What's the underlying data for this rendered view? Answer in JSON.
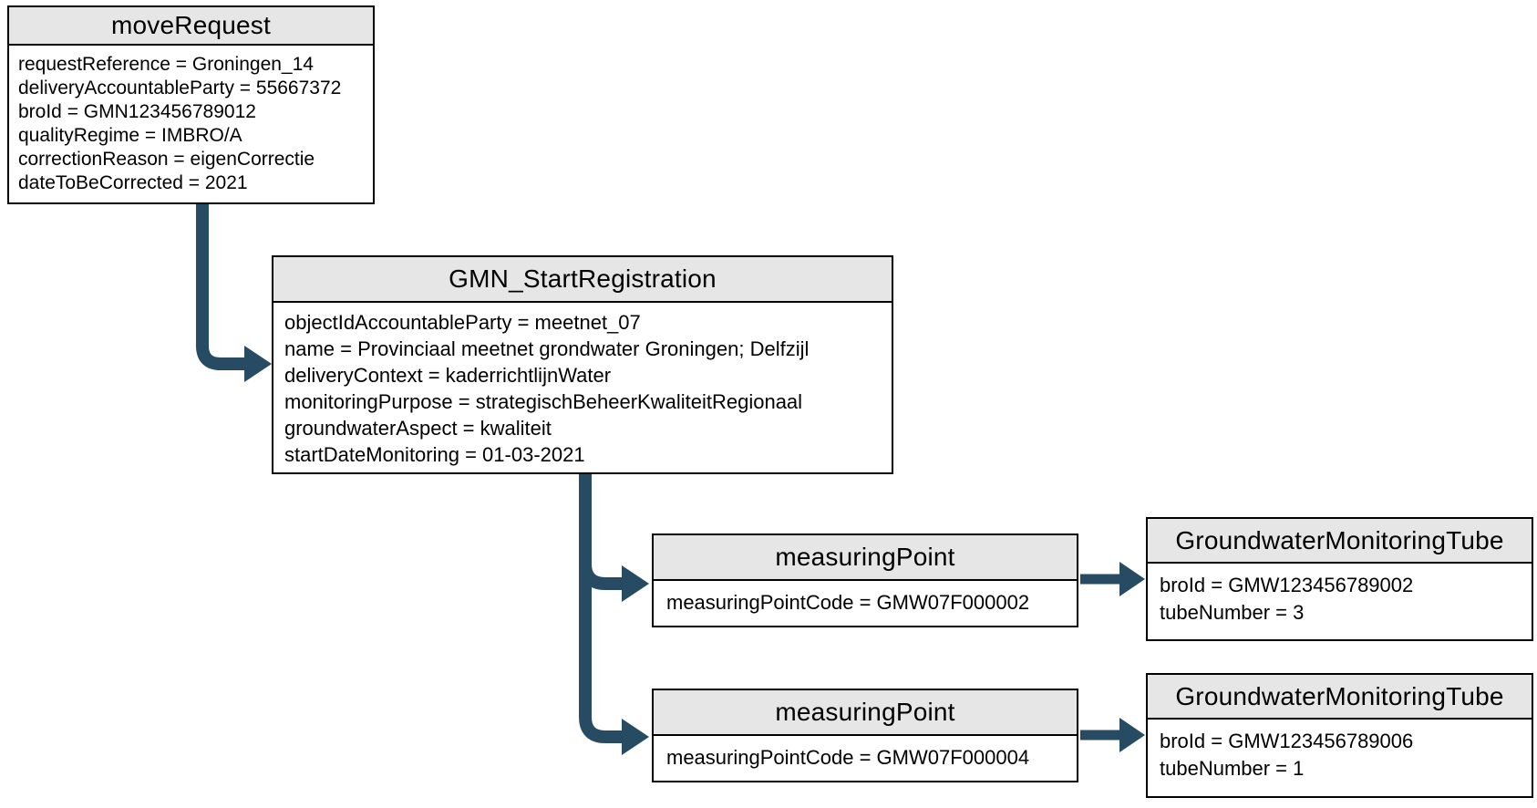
{
  "diagram": {
    "type": "uml-object-diagram",
    "colors": {
      "arrow": "#274b63",
      "header_fill": "#e6e6e6",
      "border": "#000000",
      "background": "#ffffff",
      "text": "#000000"
    },
    "nodes": {
      "move_request": {
        "title": "moveRequest",
        "attributes": [
          "requestReference = Groningen_14",
          "deliveryAccountableParty = 55667372",
          "broId = GMN123456789012",
          "qualityRegime = IMBRO/A",
          "correctionReason = eigenCorrectie",
          "dateToBeCorrected = 2021"
        ]
      },
      "gmn_start_registration": {
        "title": "GMN_StartRegistration",
        "attributes": [
          "objectIdAccountableParty = meetnet_07",
          "name = Provinciaal meetnet grondwater Groningen; Delfzijl",
          "deliveryContext = kaderrichtlijnWater",
          "monitoringPurpose = strategischBeheerKwaliteitRegionaal",
          "groundwaterAspect = kwaliteit",
          "startDateMonitoring = 01-03-2021"
        ]
      },
      "measuring_point_1": {
        "title": "measuringPoint",
        "attributes": [
          "measuringPointCode = GMW07F000002"
        ]
      },
      "tube_1": {
        "title": "GroundwaterMonitoringTube",
        "attributes": [
          "broId = GMW123456789002",
          "tubeNumber = 3"
        ]
      },
      "measuring_point_2": {
        "title": "measuringPoint",
        "attributes": [
          "measuringPointCode = GMW07F000004"
        ]
      },
      "tube_2": {
        "title": "GroundwaterMonitoringTube",
        "attributes": [
          "broId = GMW123456789006",
          "tubeNumber = 1"
        ]
      }
    },
    "edges": [
      {
        "from": "moveRequest",
        "to": "GMN_StartRegistration"
      },
      {
        "from": "GMN_StartRegistration",
        "to": "measuringPoint (GMW07F000002)"
      },
      {
        "from": "GMN_StartRegistration",
        "to": "measuringPoint (GMW07F000004)"
      },
      {
        "from": "measuringPoint (GMW07F000002)",
        "to": "GroundwaterMonitoringTube (GMW123456789002)"
      },
      {
        "from": "measuringPoint (GMW07F000004)",
        "to": "GroundwaterMonitoringTube (GMW123456789006)"
      }
    ]
  }
}
